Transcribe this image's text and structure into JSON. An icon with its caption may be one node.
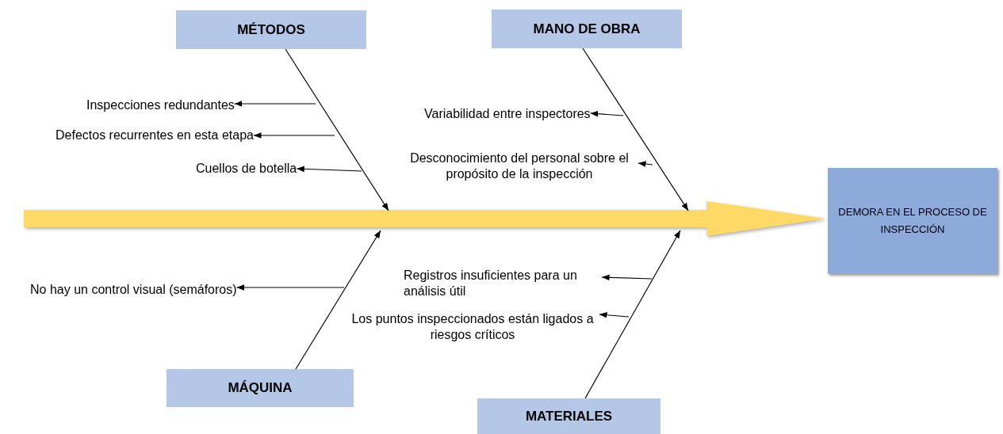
{
  "diagram": {
    "nodes": [
      {
        "text": [
          "MÉTODOS"
        ]
      },
      {
        "text": [
          "MANO DE OBRA"
        ]
      },
      {
        "text": [
          "MÁQUINA"
        ]
      },
      {
        "text": [
          "MATERIALES"
        ]
      },
      {
        "text": [
          "DEMORA EN EL PROCESO DE INSPECCIÓN"
        ]
      },
      {
        "text": [
          "Inspecciones redundantes"
        ]
      },
      {
        "text": [
          "Defectos recurrentes en esta etapa"
        ]
      },
      {
        "text": [
          "Cuellos de botella"
        ]
      },
      {
        "text": [
          "Variabilidad entre inspectores"
        ]
      },
      {
        "text": [
          "Desconocimiento del personal sobre el propósito de la inspección"
        ]
      },
      {
        "text": [
          "No hay un control visual (semáforos)"
        ]
      },
      {
        "text": [
          "Registros insuficientes para un análisis útil"
        ]
      },
      {
        "text": [
          "Los puntos inspeccionados están ligados a riesgos críticos"
        ]
      }
    ],
    "edges": [
      {
        "from": null,
        "to": 4,
        "arrow": "to",
        "style": "thick",
        "color": "#ffd966"
      },
      {
        "from": 0,
        "to": null,
        "arrow": "to"
      },
      {
        "from": 1,
        "to": null,
        "arrow": "to"
      },
      {
        "from": 2,
        "to": null,
        "arrow": "to"
      },
      {
        "from": 3,
        "to": null,
        "arrow": "to"
      },
      {
        "from": null,
        "to": 5,
        "arrow": "to"
      },
      {
        "from": null,
        "to": 6,
        "arrow": "to"
      },
      {
        "from": null,
        "to": 7,
        "arrow": "to"
      },
      {
        "from": null,
        "to": 8,
        "arrow": "to"
      },
      {
        "from": null,
        "to": 9,
        "arrow": "to"
      },
      {
        "from": null,
        "to": 10,
        "arrow": "to"
      },
      {
        "from": null,
        "to": 11,
        "arrow": "to"
      },
      {
        "from": null,
        "to": 12,
        "arrow": "to"
      }
    ]
  }
}
